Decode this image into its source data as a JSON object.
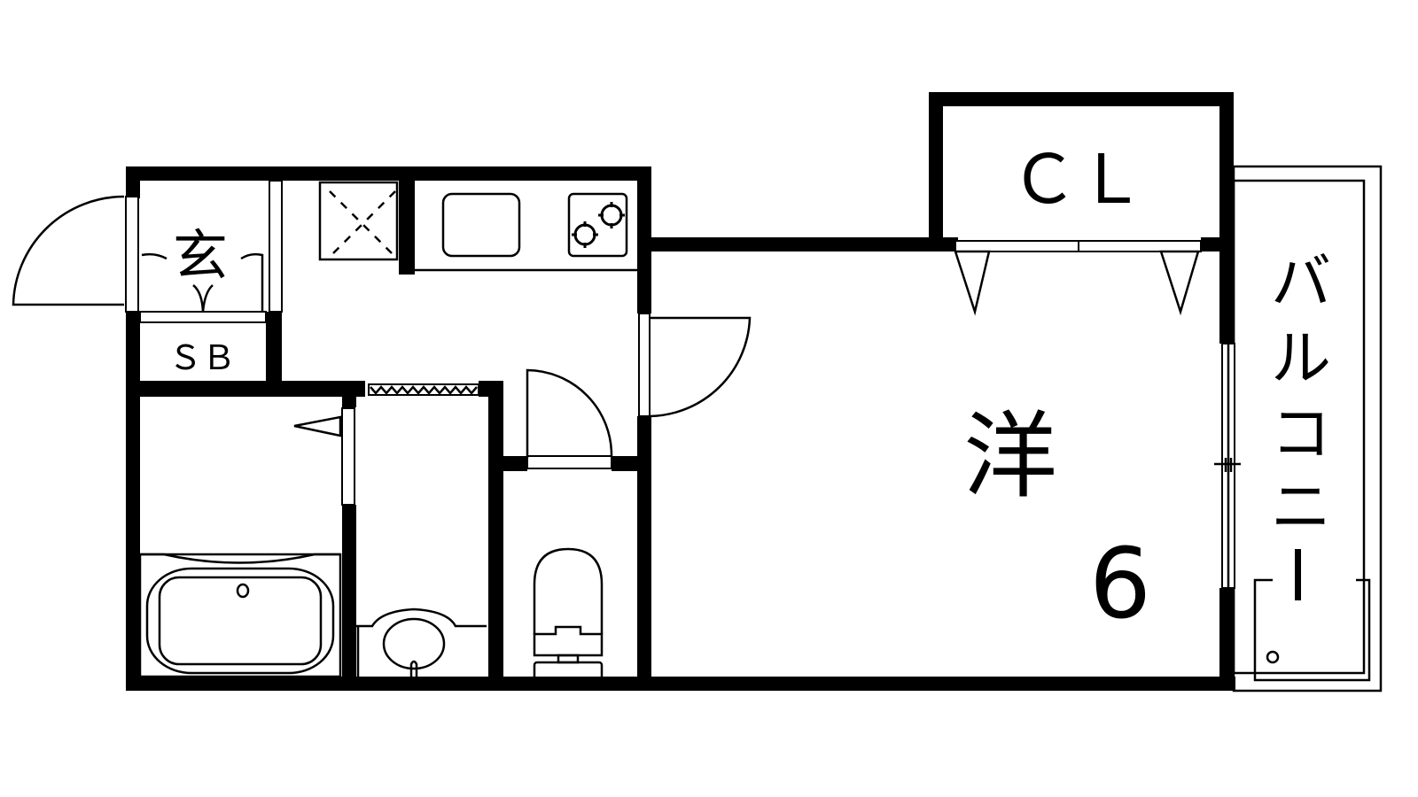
{
  "floor_plan": {
    "rooms": {
      "entrance": {
        "label": "玄"
      },
      "shoe_box": {
        "label": "ＳＢ"
      },
      "closet": {
        "label": "ＣＬ"
      },
      "western_room": {
        "label": "洋",
        "size": "6"
      },
      "balcony": {
        "label_chars": [
          "バ",
          "ル",
          "コ",
          "ニ",
          "ー"
        ]
      }
    },
    "colors": {
      "wall": "#000000",
      "background": "#ffffff"
    }
  }
}
